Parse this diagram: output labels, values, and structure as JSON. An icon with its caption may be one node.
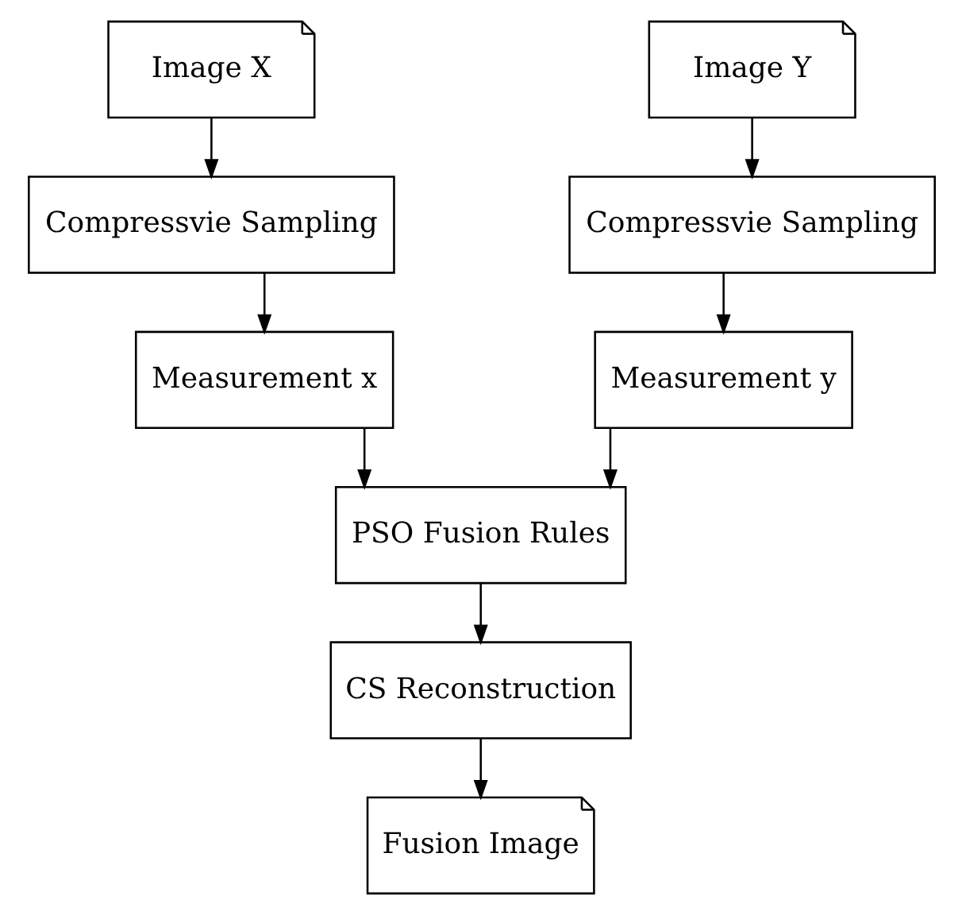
{
  "diagram": {
    "nodes": [
      {
        "text": [
          "Image X"
        ]
      },
      {
        "text": [
          "Compressvie Sampling"
        ]
      },
      {
        "text": [
          "Measurement x"
        ]
      },
      {
        "text": [
          "Image Y"
        ]
      },
      {
        "text": [
          "Compressvie Sampling"
        ]
      },
      {
        "text": [
          "Measurement y"
        ]
      },
      {
        "text": [
          "PSO Fusion Rules"
        ]
      },
      {
        "text": [
          "CS Reconstruction"
        ]
      },
      {
        "text": [
          "Fusion Image"
        ]
      }
    ],
    "edges": [
      {
        "from": 0,
        "to": 1,
        "arrow": "to"
      },
      {
        "from": 1,
        "to": 2,
        "arrow": "to"
      },
      {
        "from": 3,
        "to": 4,
        "arrow": "to"
      },
      {
        "from": 4,
        "to": 5,
        "arrow": "to"
      },
      {
        "from": 2,
        "to": 6,
        "arrow": "to"
      },
      {
        "from": 5,
        "to": 6,
        "arrow": "to"
      },
      {
        "from": 6,
        "to": 7,
        "arrow": "to"
      },
      {
        "from": 7,
        "to": 8,
        "arrow": "to"
      }
    ]
  }
}
